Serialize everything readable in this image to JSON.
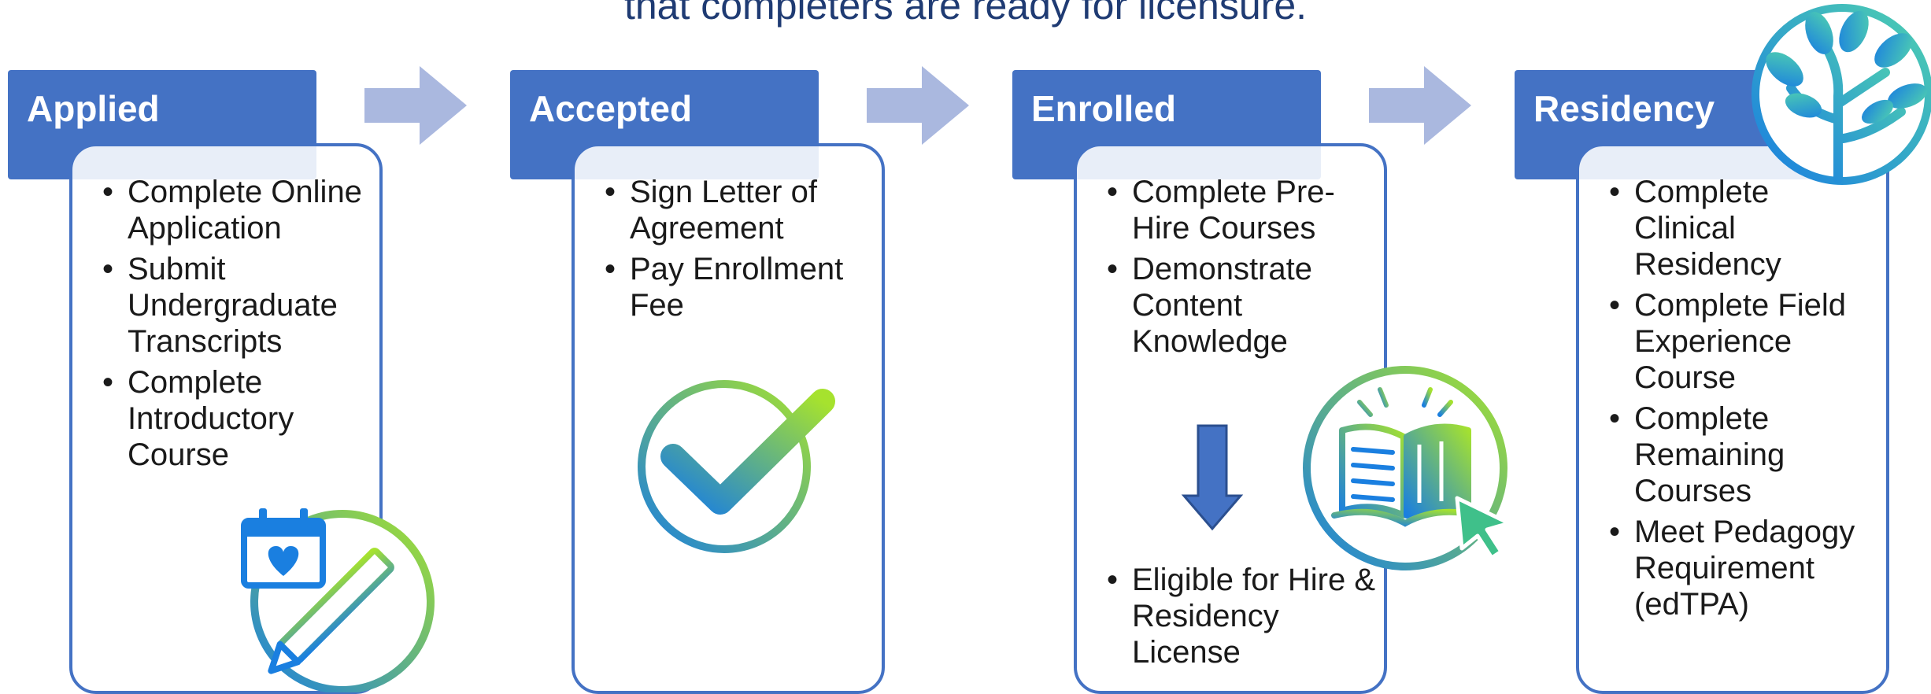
{
  "caption": "that completers are ready for licensure.",
  "stages": [
    {
      "title": "Applied",
      "items": [
        "Complete Online Application",
        "Submit Undergraduate Transcripts",
        "Complete Introductory Course"
      ]
    },
    {
      "title": "Accepted",
      "items": [
        "Sign Letter of Agreement",
        "Pay Enrollment Fee"
      ]
    },
    {
      "title": "Enrolled",
      "items": [
        "Complete Pre-Hire Courses",
        "Demonstrate Content Knowledge"
      ],
      "after_arrow_items": [
        "Eligible for Hire & Residency License"
      ]
    },
    {
      "title": "Residency",
      "items": [
        "Complete Clinical Residency",
        "Complete Field Experience Course",
        "Complete Remaining Courses",
        "Meet Pedagogy Requirement (edTPA)"
      ]
    }
  ],
  "colors": {
    "header": "#4472c4",
    "arrow": "#aab8df",
    "down_arrow": "#4472c4",
    "gradient_start": "#1a7fe0",
    "gradient_end": "#a6e22e"
  },
  "icons": [
    "calendar-heart-pencil-icon",
    "checkmark-icon",
    "open-book-cursor-icon",
    "tree-icon"
  ]
}
